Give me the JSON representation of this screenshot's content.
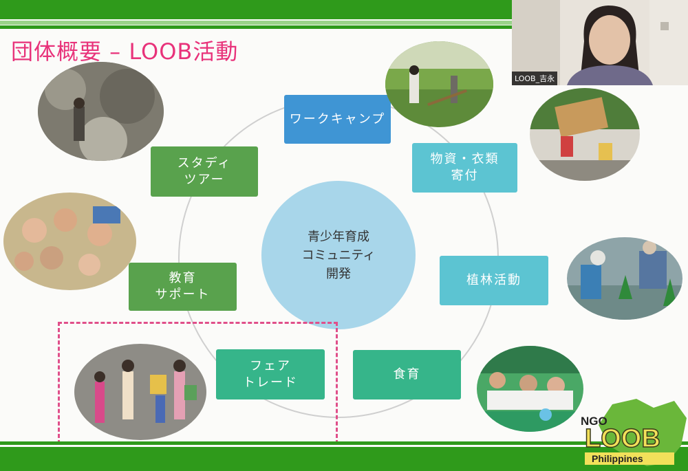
{
  "slide": {
    "title": "団体概要 – LOOB活動",
    "center_text": [
      "青少年育成",
      "コミュニティ",
      "開発"
    ],
    "activities": [
      {
        "lines": [
          "ワークキャンプ"
        ]
      },
      {
        "lines": [
          "物資・衣類",
          "寄付"
        ]
      },
      {
        "lines": [
          "植林活動"
        ]
      },
      {
        "lines": [
          "食育"
        ]
      },
      {
        "lines": [
          "フェア",
          "トレード"
        ]
      },
      {
        "lines": [
          "教育",
          "サポート"
        ]
      },
      {
        "lines": [
          "スタディ",
          "ツアー"
        ]
      }
    ]
  },
  "video": {
    "participant_name": "LOOB_吉永"
  },
  "logo": {
    "top": "NGO",
    "main": "LOOB",
    "sub": "Philippines"
  },
  "colors": {
    "brand_green": "#2f9a1b",
    "title_pink": "#e8327a",
    "highlight_pink": "#e04f8a",
    "center_blue": "#a8d6ea"
  }
}
